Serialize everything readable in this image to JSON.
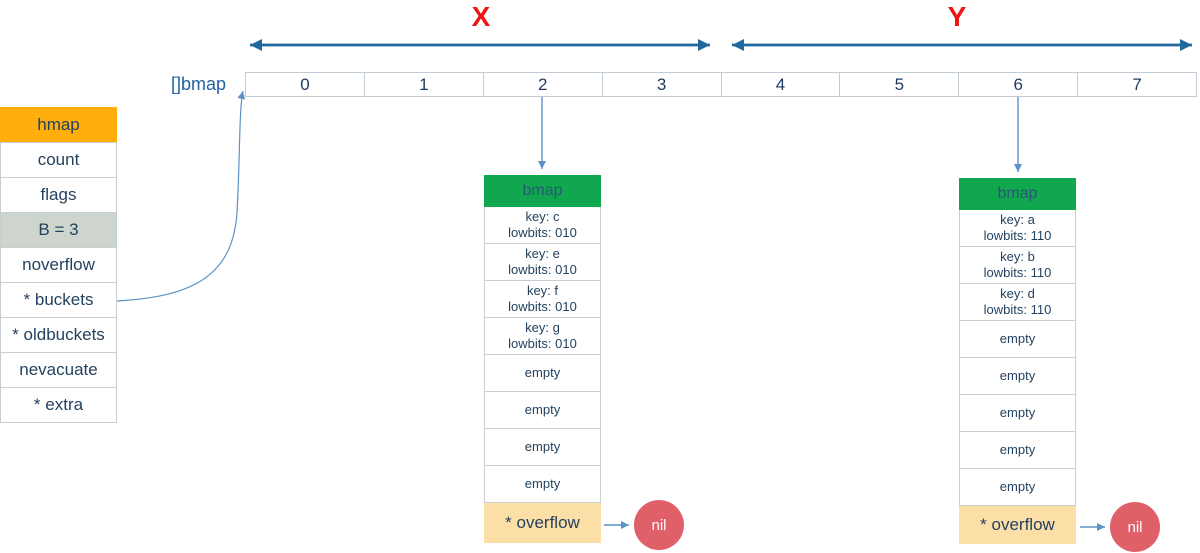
{
  "header": {
    "x_label": "X",
    "y_label": "Y"
  },
  "array": {
    "label": "[]bmap",
    "cells": [
      "0",
      "1",
      "2",
      "3",
      "4",
      "5",
      "6",
      "7"
    ]
  },
  "hmap": {
    "title": "hmap",
    "rows": [
      "count",
      "flags",
      "B = 3",
      "noverflow",
      "* buckets",
      "* oldbuckets",
      "nevacuate",
      "* extra"
    ]
  },
  "buckets": [
    {
      "title": "bmap",
      "slots": [
        {
          "line1": "key: c",
          "line2": "lowbits: 010"
        },
        {
          "line1": "key: e",
          "line2": "lowbits: 010"
        },
        {
          "line1": "key: f",
          "line2": "lowbits: 010"
        },
        {
          "line1": "key: g",
          "line2": "lowbits: 010"
        },
        {
          "line1": "empty"
        },
        {
          "line1": "empty"
        },
        {
          "line1": "empty"
        },
        {
          "line1": "empty"
        }
      ],
      "overflow_label": "* overflow",
      "overflow_target": "nil"
    },
    {
      "title": "bmap",
      "slots": [
        {
          "line1": "key: a",
          "line2": "lowbits: 110"
        },
        {
          "line1": "key: b",
          "line2": "lowbits: 110"
        },
        {
          "line1": "key: d",
          "line2": "lowbits: 110"
        },
        {
          "line1": "empty"
        },
        {
          "line1": "empty"
        },
        {
          "line1": "empty"
        },
        {
          "line1": "empty"
        },
        {
          "line1": "empty"
        }
      ],
      "overflow_label": "* overflow",
      "overflow_target": "nil"
    }
  ],
  "colors": {
    "hmap_header": "#FFAE0C",
    "b_row": "#CDD5CD",
    "bmap_header": "#10A74F",
    "overflow_bg": "#FBDFA7",
    "nil_circle": "#E0606A",
    "arrow_primary": "#20699C",
    "arrow_secondary": "#5D92C6",
    "region_label": "#F11414",
    "text": "#24425F",
    "array_label_blue": "#2262A0"
  }
}
